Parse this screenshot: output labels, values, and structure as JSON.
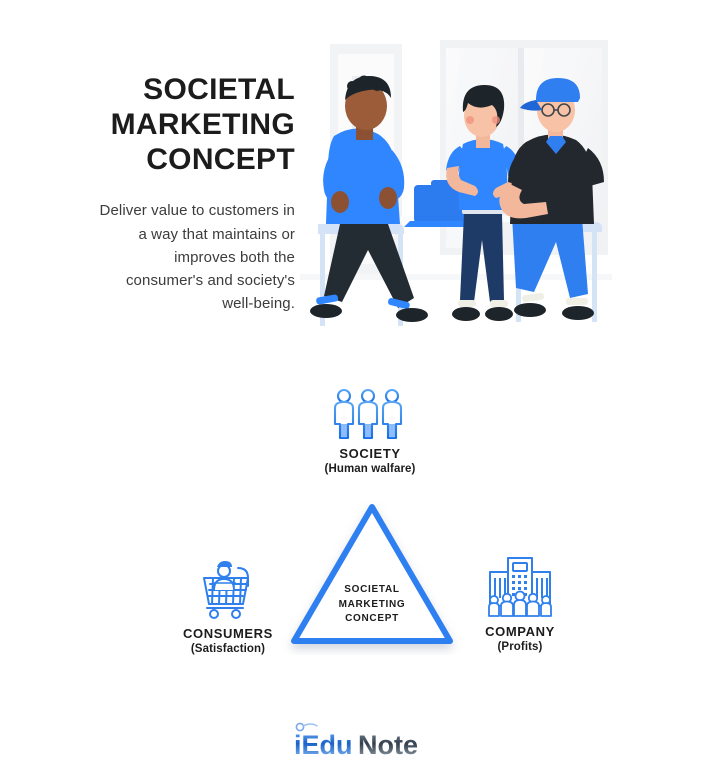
{
  "hero": {
    "title": "SOCIETAL\nMARKETING\nCONCEPT",
    "description": "Deliver value to customers in\na way that maintains or\nimproves both the\nconsumer's and society's\nwell-being.",
    "illustration_name": "three-people-meeting-illustration"
  },
  "diagram": {
    "center": {
      "label": "SOCIETAL\nMARKETING\nCONCEPT",
      "shape": "triangle"
    },
    "nodes": [
      {
        "id": "society",
        "title": "SOCIETY",
        "sub": "(Human walfare)",
        "icon": "three-people-icon",
        "position": "top"
      },
      {
        "id": "consumers",
        "title": "CONSUMERS",
        "sub": "(Satisfaction)",
        "icon": "shopping-cart-icon",
        "position": "bottom-left"
      },
      {
        "id": "company",
        "title": "COMPANY",
        "sub": "(Profits)",
        "icon": "office-building-icon",
        "position": "bottom-right"
      }
    ]
  },
  "logo": {
    "text_primary": "iEdu",
    "text_secondary": "Note",
    "full": "iEduNote"
  },
  "colors": {
    "accent_blue": "#1a73e8",
    "bright_blue": "#2979ff",
    "icon_blue": "#2f80ed",
    "title_dark": "#1c1c1c",
    "body_gray": "#3c3c3c",
    "logo_dark": "#3b4a5a",
    "background": "#ffffff"
  }
}
